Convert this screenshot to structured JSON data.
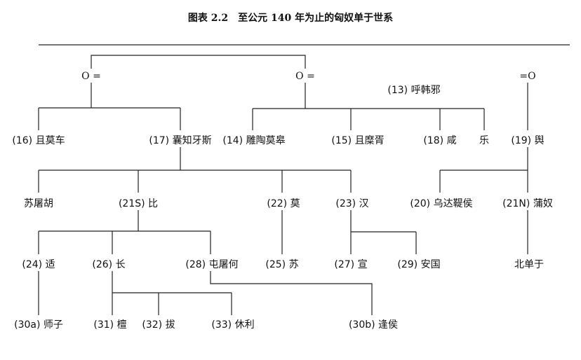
{
  "figure": {
    "title": "图表 2.2　至公元 140 年为止的匈奴单于世系"
  },
  "markers": {
    "left": "O =",
    "middle": "O =",
    "right": "=O"
  },
  "nodes": {
    "huhanye": "(13) 呼韩邪",
    "qiemoche": "(16) 且莫车",
    "nangzhiyasi": "(17) 囊知牙斯",
    "diaotaomogao": "(14) 雕陶莫皋",
    "qiemixu": "(15) 且糜胥",
    "xian": "(18) 咸",
    "le": "乐",
    "yu": "(19) 舆",
    "sutuhu": "苏屠胡",
    "bi": "(21S) 比",
    "mo": "(22) 莫",
    "han": "(23) 汉",
    "wudadiho": "(20) 乌达鞮侯",
    "punu": "(21N) 蒲奴",
    "shi": "(24) 适",
    "chang": "(26) 长",
    "tuntuhe": "(28) 屯屠何",
    "su": "(25) 苏",
    "xuan": "(27) 宣",
    "anguo": "(29) 安国",
    "beichanyu": "北单于",
    "shizi": "(30a) 师子",
    "tan": "(31) 檀",
    "ba": "(32) 拔",
    "xiuli": "(33) 休利",
    "fenghou": "(30b) 逢侯"
  }
}
